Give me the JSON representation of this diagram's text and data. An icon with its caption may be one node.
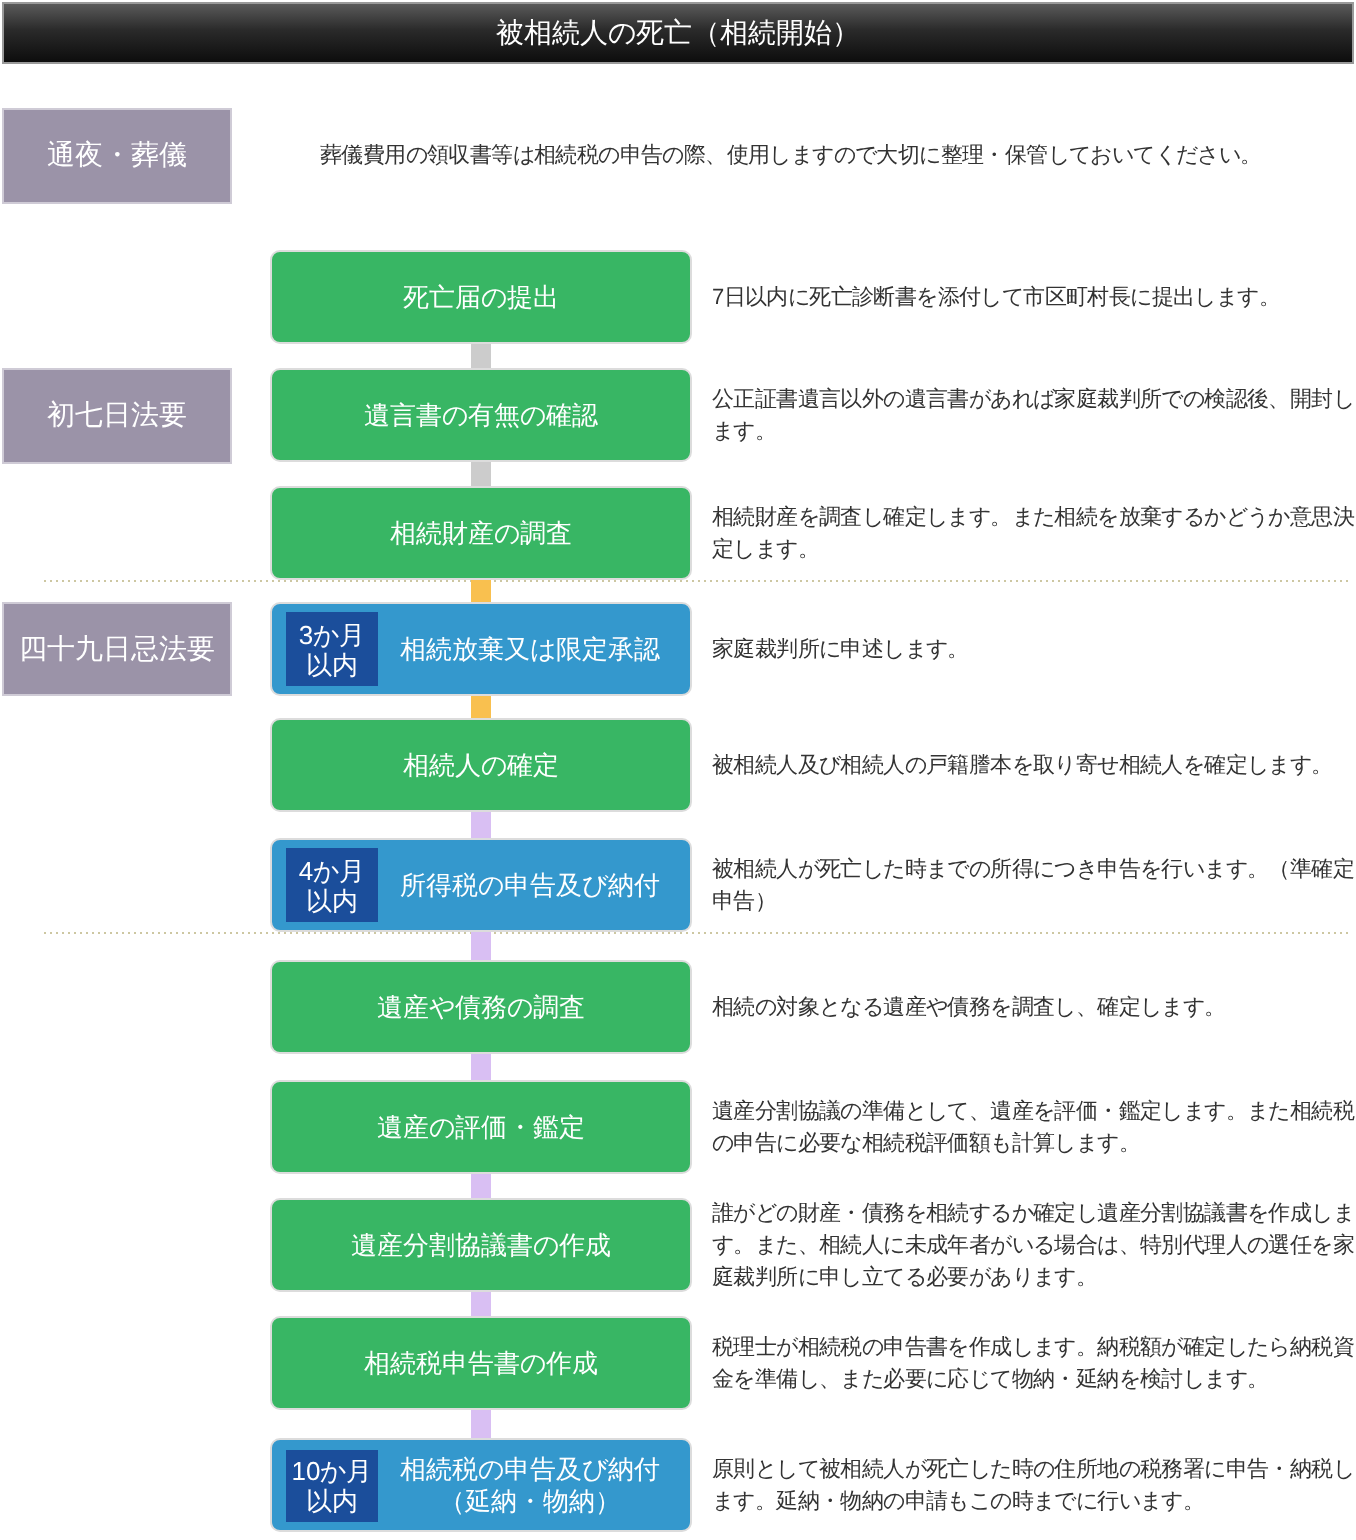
{
  "diagram": {
    "title": "被相続人の死亡（相続開始）",
    "nodes": [
      {
        "text": [
          "通夜・葬儀"
        ],
        "beside": [
          "葬儀費用の領収書等は相続税の申告の際、使用しますので大切に整理・保管しておいてください。"
        ]
      },
      {
        "text": [
          "死亡届の提出"
        ],
        "beside": [
          "7日以内に死亡診断書を添付して市区町村長に提出します。"
        ]
      },
      {
        "text": [
          "初七日法要"
        ]
      },
      {
        "text": [
          "遺言書の有無の確認"
        ],
        "beside": [
          "公正証書遺言以外の遺言書があれば家庭裁判所での検認後、開封します。"
        ]
      },
      {
        "text": [
          "相続財産の調査"
        ],
        "beside": [
          "相続財産を調査し確定します。また相続を放棄するかどうか意思決定します。"
        ]
      },
      {
        "text": [
          "四十九日忌法要"
        ]
      },
      {
        "text": [
          "相続放棄又は限定承認"
        ],
        "beside": [
          "家庭裁判所に申述します。"
        ]
      },
      {
        "text": [
          "3か月以内"
        ],
        "in": 6
      },
      {
        "text": [
          "相続人の確定"
        ],
        "beside": [
          "被相続人及び相続人の戸籍謄本を取り寄せ相続人を確定します。"
        ]
      },
      {
        "text": [
          "所得税の申告及び納付"
        ],
        "beside": [
          "被相続人が死亡した時までの所得につき申告を行います。（準確定申告）"
        ]
      },
      {
        "text": [
          "4か月以内"
        ],
        "in": 9
      },
      {
        "text": [
          "遺産や債務の調査"
        ],
        "beside": [
          "相続の対象となる遺産や債務を調査し、確定します。"
        ]
      },
      {
        "text": [
          "遺産の評価・鑑定"
        ],
        "beside": [
          "遺産分割協議の準備として、遺産を評価・鑑定します。また相続税の申告に必要な相続税評価額も計算します。"
        ]
      },
      {
        "text": [
          "遺産分割協議書の作成"
        ],
        "beside": [
          "誰がどの財産・債務を相続するか確定し遺産分割協議書を作成します。また、相続人に未成年者がいる場合は、特別代理人の選任を家庭裁判所に申し立てる必要があります。"
        ]
      },
      {
        "text": [
          "相続税申告書の作成"
        ],
        "beside": [
          "税理士が相続税の申告書を作成します。納税額が確定したら納税資金を準備し、また必要に応じて物納・延納を検討します。"
        ]
      },
      {
        "text": [
          "相続税の申告及び納付（延納・物納）"
        ],
        "beside": [
          "原則として被相続人が死亡した時の住所地の税務署に申告・納税します。延納・物納の申請もこの時までに行います。"
        ]
      },
      {
        "text": [
          "10か月以内"
        ],
        "in": 15
      }
    ],
    "edges": [
      {
        "from": 1,
        "to": 3,
        "arrow": "none",
        "color": "#cccccc"
      },
      {
        "from": 3,
        "to": 4,
        "arrow": "none",
        "color": "#cccccc"
      },
      {
        "from": 4,
        "to": 6,
        "arrow": "none",
        "color": "#f9c04f"
      },
      {
        "from": 6,
        "to": 8,
        "arrow": "none",
        "color": "#f9c04f"
      },
      {
        "from": 8,
        "to": 9,
        "arrow": "none"
      },
      {
        "from": 9,
        "to": 11,
        "arrow": "none"
      },
      {
        "from": 11,
        "to": 12,
        "arrow": "none"
      },
      {
        "from": 12,
        "to": 13,
        "arrow": "none"
      },
      {
        "from": 13,
        "to": 14,
        "arrow": "none"
      },
      {
        "from": 14,
        "to": 15,
        "arrow": "none"
      }
    ]
  }
}
